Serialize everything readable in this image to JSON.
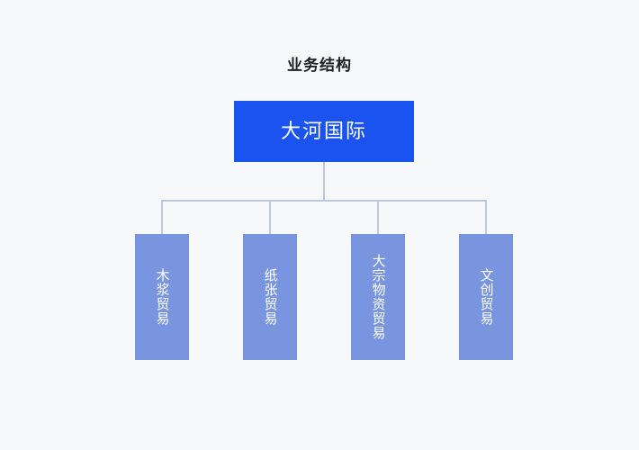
{
  "chart": {
    "title": "业务结构",
    "type": "org-chart",
    "background_color": "#f7f8fa",
    "title_color": "#1f1f1f",
    "connector_color": "#bcc7dd",
    "root": {
      "label": "大河国际",
      "fill_color": "#1a53ef",
      "text_color": "#ffffff"
    },
    "children": [
      {
        "label": "木浆贸易",
        "fill_color": "#7a95e0",
        "text_color": "#ffffff"
      },
      {
        "label": "纸张贸易",
        "fill_color": "#7a95e0",
        "text_color": "#ffffff"
      },
      {
        "label": "大宗物资贸易",
        "fill_color": "#7a95e0",
        "text_color": "#ffffff"
      },
      {
        "label": "文创贸易",
        "fill_color": "#7a95e0",
        "text_color": "#ffffff"
      }
    ]
  }
}
